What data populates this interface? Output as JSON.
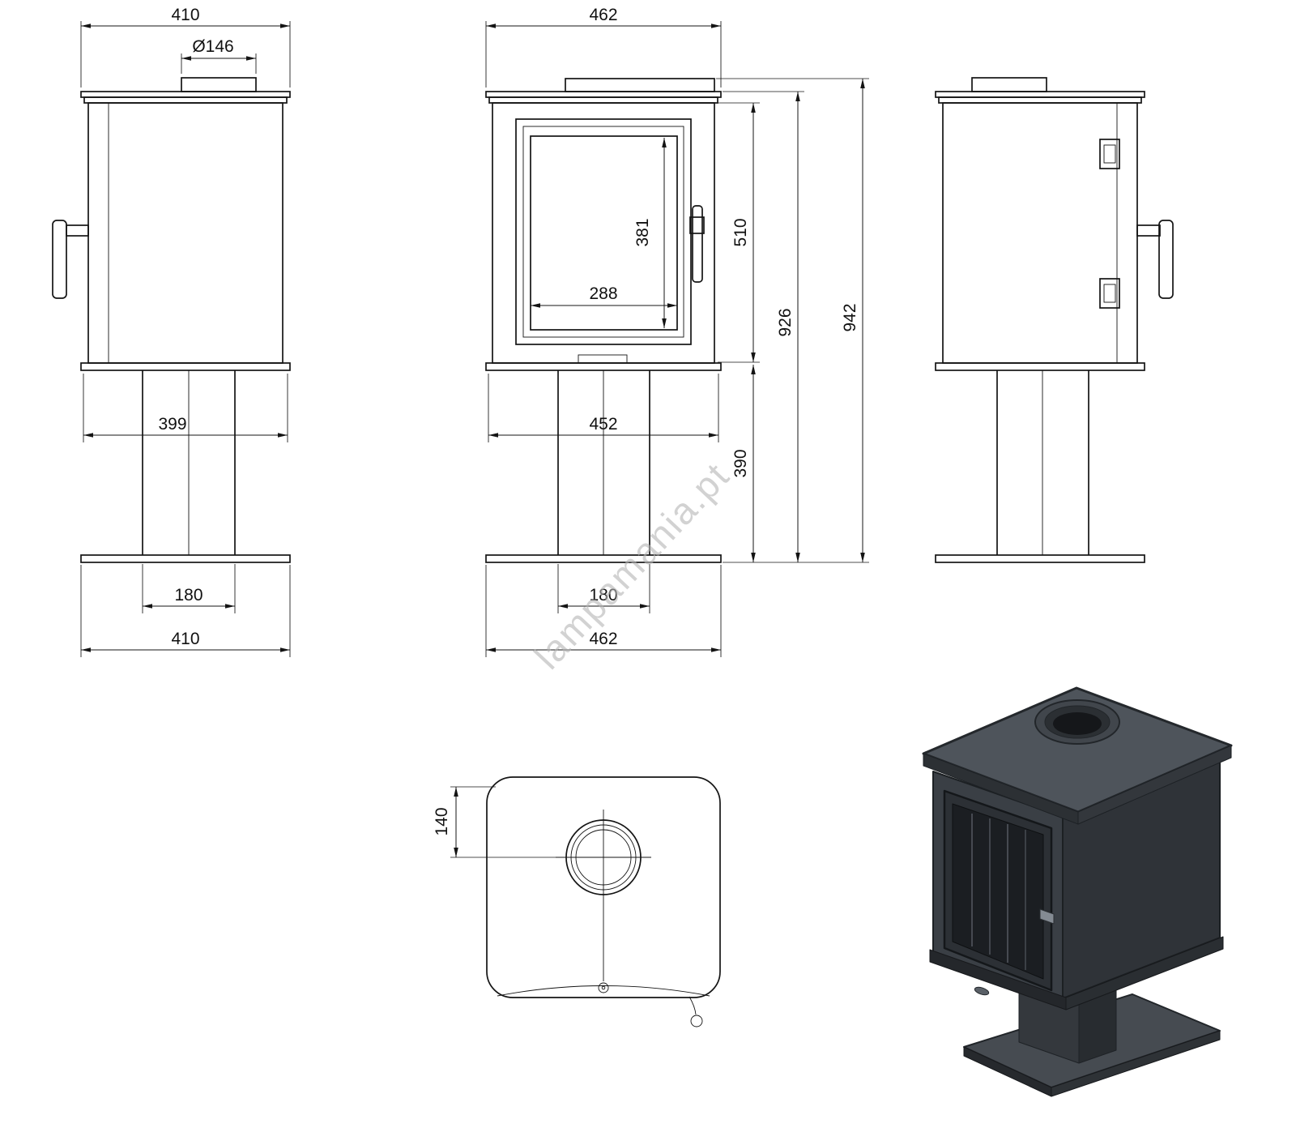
{
  "watermark": "lampamania.pt",
  "dims": {
    "side_view": {
      "top_width": "410",
      "flue_diameter": "Ø146",
      "body_bottom_width": "399",
      "pedestal_width": "180",
      "base_width": "410"
    },
    "front_view": {
      "top_width": "462",
      "glass_height": "381",
      "glass_width": "288",
      "firebox_height": "510",
      "body_height": "926",
      "total_height": "942",
      "body_bottom_width": "452",
      "pedestal_height": "390",
      "pedestal_width": "180",
      "base_width": "462"
    },
    "top_view": {
      "flue_center_offset": "140"
    }
  }
}
